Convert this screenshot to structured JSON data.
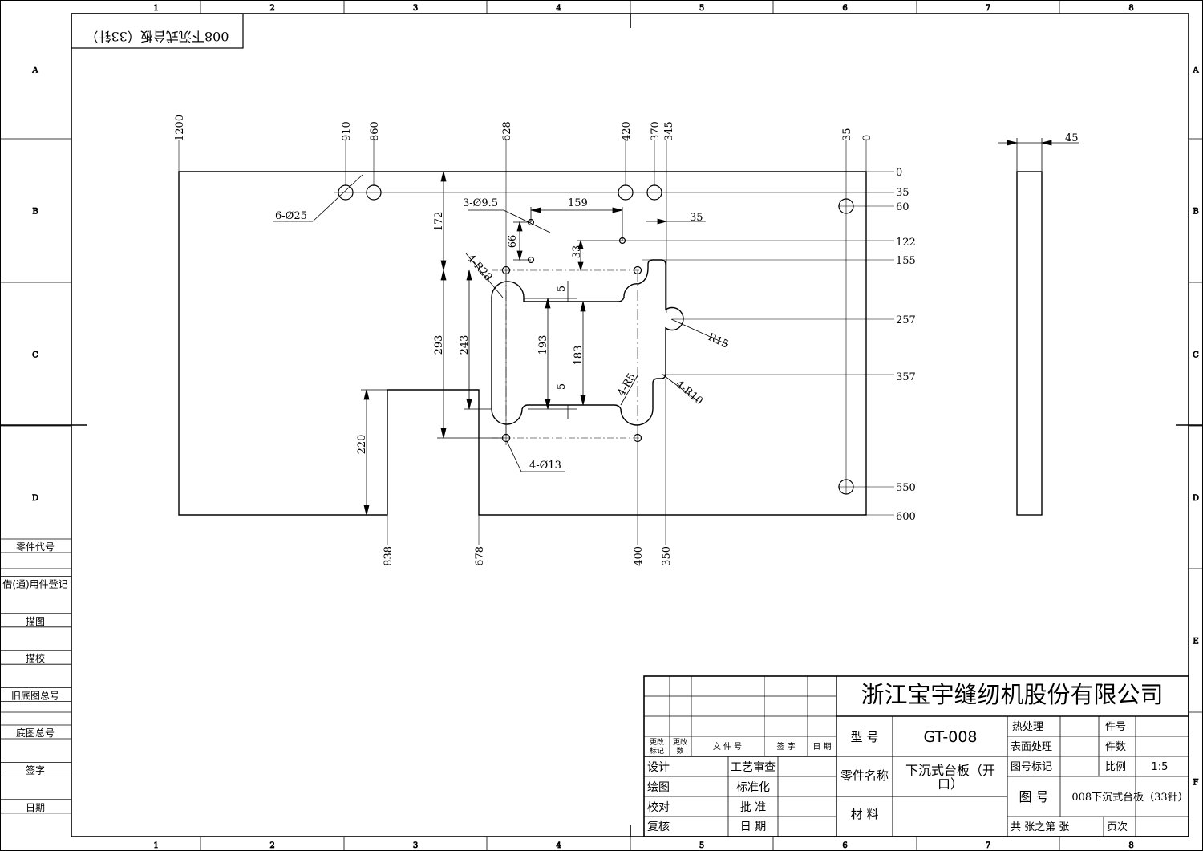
{
  "zone_columns": [
    "1",
    "2",
    "3",
    "4",
    "5",
    "6",
    "7",
    "8"
  ],
  "zone_rows": [
    "A",
    "B",
    "C",
    "D",
    "E",
    "F"
  ],
  "mirrored_title": "008下沉式台板（33针）",
  "left_column": [
    "零件代号",
    "借(通)用件登记",
    "描图",
    "描校",
    "旧底图总号",
    "底图总号",
    "签字",
    "日期"
  ],
  "top_dims": [
    "1200",
    "910",
    "860",
    "628",
    "420",
    "370",
    "345",
    "35",
    "0"
  ],
  "right_dims": [
    "0",
    "35",
    "60",
    "122",
    "155",
    "257",
    "357",
    "550",
    "600"
  ],
  "bottom_dims": [
    "838",
    "678",
    "400",
    "350"
  ],
  "side_dims": [
    "172",
    "293",
    "243",
    "193",
    "183",
    "220",
    "66",
    "33",
    "5",
    "5"
  ],
  "callouts": {
    "holes_large": "6-Ø25",
    "holes_small": "3-Ø9.5",
    "holes_mid": "4-Ø13",
    "dim_159": "159",
    "dim_35": "35",
    "r28": "4-R28",
    "r5": "4-R5",
    "r15": "R15",
    "r10": "4-R10",
    "thickness": "45"
  },
  "title_block": {
    "company": "浙江宝宇缝纫机股份有限公司",
    "rev_headers": [
      "更改\n标记",
      "更改\n数",
      "文 件 号",
      "签 字",
      "日 期"
    ],
    "left_labels": [
      "设计",
      "绘图",
      "校对",
      "复核"
    ],
    "mid_labels": [
      "工艺审查",
      "标准化",
      "批 准",
      "日 期"
    ],
    "model_label": "型 号",
    "model_value": "GT-008",
    "part_name_label": "零件名称",
    "part_name_value": "下沉式台板（开口）",
    "material_label": "材 料",
    "heat_label": "热处理",
    "surface_label": "表面处理",
    "mark_label": "图号标记",
    "drawing_no_label": "图 号",
    "drawing_no_value": "008下沉式台板（33针）",
    "item_label": "件号",
    "count_label": "件数",
    "scale_label": "比例",
    "scale_value": "1:5",
    "total_label": "共  张之第  张",
    "page_label": "页次"
  }
}
